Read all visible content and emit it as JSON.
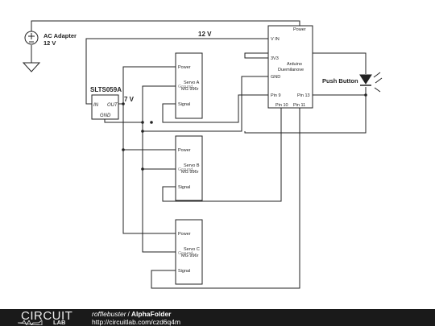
{
  "schematic": {
    "ac_adapter": {
      "name": "AC Adapter",
      "voltage": "12 V"
    },
    "net_12v_label": "12 V",
    "net_7v_label": "7 V",
    "regulator": {
      "name": "SLTS059A",
      "pin_in": "IN",
      "pin_out": "OUT",
      "pin_gnd": "GND"
    },
    "arduino": {
      "line1": "Arduino",
      "line2": "Duemilanove",
      "pins": {
        "power": "Power",
        "vin": "V IN",
        "v3v3": "3V3",
        "gnd": "GND",
        "pin9": "Pin 9",
        "pin10": "Pin 10",
        "pin11": "Pin 11",
        "pin13": "Pin 13"
      }
    },
    "push_button_label": "Push Button",
    "servos": [
      {
        "name": "Servo A",
        "model": "MG 996r",
        "gnd": "Ground",
        "power": "Power",
        "signal": "Signal"
      },
      {
        "name": "Servo B",
        "model": "MG 996r",
        "gnd": "Ground",
        "power": "Power",
        "signal": "Signal"
      },
      {
        "name": "Servo C",
        "model": "MG 996r",
        "gnd": "Ground",
        "power": "Power",
        "signal": "Signal"
      }
    ]
  },
  "footer": {
    "logo_circuit": "CIRCUIT",
    "logo_lab": "LAB",
    "author": "rofflebuster",
    "separator": "/",
    "project": "AlphaFolder",
    "url": "http://circuitlab.com/czd6q4m"
  }
}
